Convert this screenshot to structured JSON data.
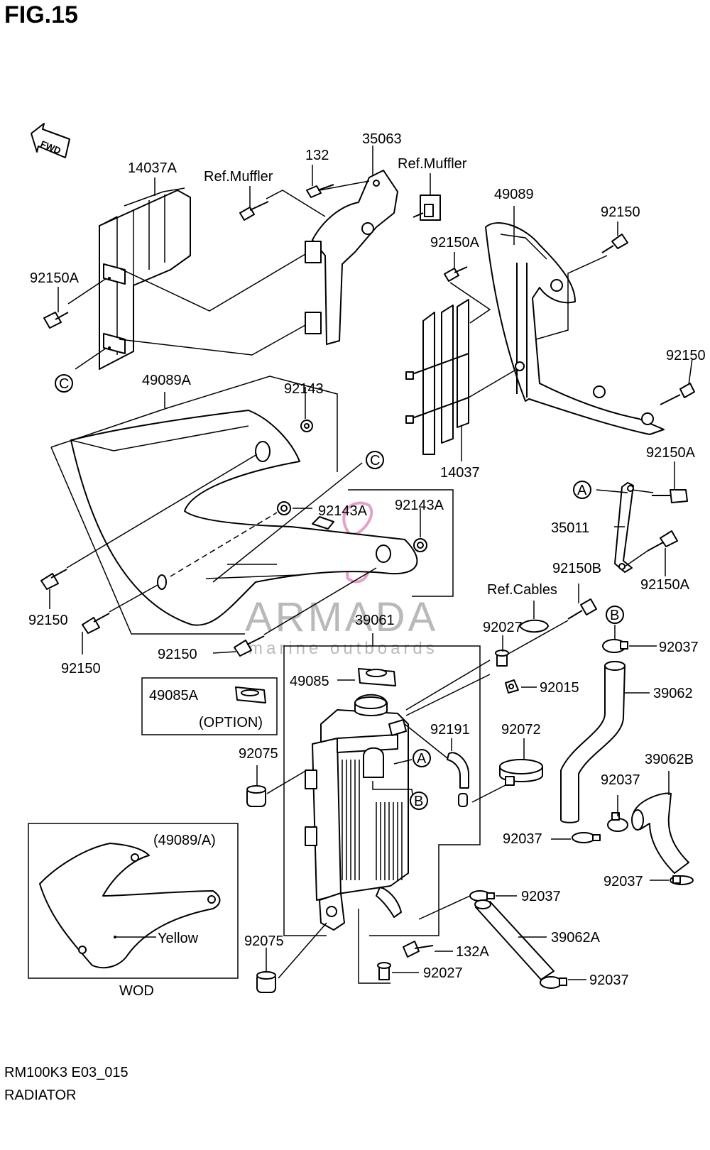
{
  "figure": {
    "title": "FIG.15",
    "code": "RM100K3 E03_015",
    "name": "RADIATOR"
  },
  "fwd_label": "FWD",
  "watermark": {
    "brand": "ARMADA",
    "tagline": "marine outboards",
    "color": "#e8a0c8"
  },
  "callouts": {
    "c14037A": "14037A",
    "c92150A_1": "92150A",
    "cRefMuffler1": "Ref.Muffler",
    "c132": "132",
    "c35063": "35063",
    "cRefMuffler2": "Ref.Muffler",
    "c49089": "49089",
    "c92150_1": "92150",
    "c92150A_2": "92150A",
    "c92150_2": "92150",
    "c14037": "14037",
    "c92150A_3": "92150A",
    "c35011": "35011",
    "c92150A_4": "92150A",
    "c92150B": "92150B",
    "c49089A": "49089A",
    "c92143": "92143",
    "c92143A_1": "92143A",
    "c92143A_2": "92143A",
    "c92150_3": "92150",
    "c92150_4": "92150",
    "c92150_5": "92150",
    "cRefCables": "Ref.Cables",
    "c92027_1": "92027",
    "c92037_1": "92037",
    "c39061": "39061",
    "c49085": "49085",
    "c92015": "92015",
    "c39062": "39062",
    "c49085A": "49085A",
    "cOption": "(OPTION)",
    "c92191": "92191",
    "c92072": "92072",
    "c39062B": "39062B",
    "c92075_1": "92075",
    "c92037_2": "92037",
    "c92037_3": "92037",
    "c92037_4": "92037",
    "c92037_5": "92037",
    "c39062A": "39062A",
    "c132A": "132A",
    "c92037_6": "92037",
    "c92075_2": "92075",
    "c92027_2": "92027",
    "inset_ref": "(49089/A)",
    "inset_yellow": "Yellow",
    "inset_wod": "WOD"
  },
  "ref_markers": {
    "a": "A",
    "b": "B",
    "c": "C"
  }
}
